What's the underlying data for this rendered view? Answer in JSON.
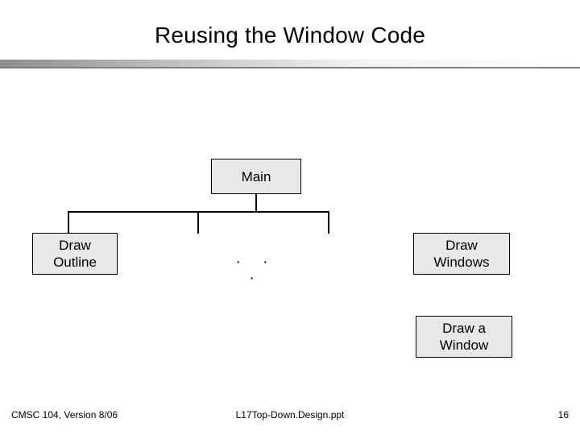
{
  "slide": {
    "title": "Reusing the Window Code",
    "accent_color": "#7f7f7f",
    "box_fill": "#e8e8e8"
  },
  "diagram": {
    "type": "tree",
    "nodes": [
      {
        "id": "main",
        "label": "Main"
      },
      {
        "id": "draw-outline",
        "label": "Draw Outline"
      },
      {
        "id": "draw-windows",
        "label": "Draw Windows"
      },
      {
        "id": "draw-a-window",
        "label": "Draw a Window"
      }
    ],
    "ellipsis": "· · ·"
  },
  "footer": {
    "left": "CMSC 104, Version 8/06",
    "center": "L17Top-Down.Design.ppt",
    "page_number": "16"
  }
}
